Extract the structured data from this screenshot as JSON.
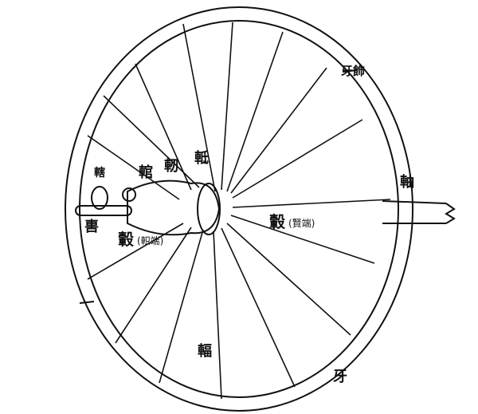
{
  "diagram": {
    "subject": "Chinese chariot wheel structure",
    "labels": {
      "ya_shi": "牙飾",
      "zhou": "軸",
      "gu_xian": "轂",
      "gu_xian_note": "(賢端)",
      "gu_zhi": "轂",
      "gu_zhi_note": "(軹端)",
      "wei": "軎",
      "xia": "轄",
      "guan": "輨",
      "ren": "軔",
      "di": "軧",
      "fu": "輻",
      "ya": "牙"
    }
  }
}
